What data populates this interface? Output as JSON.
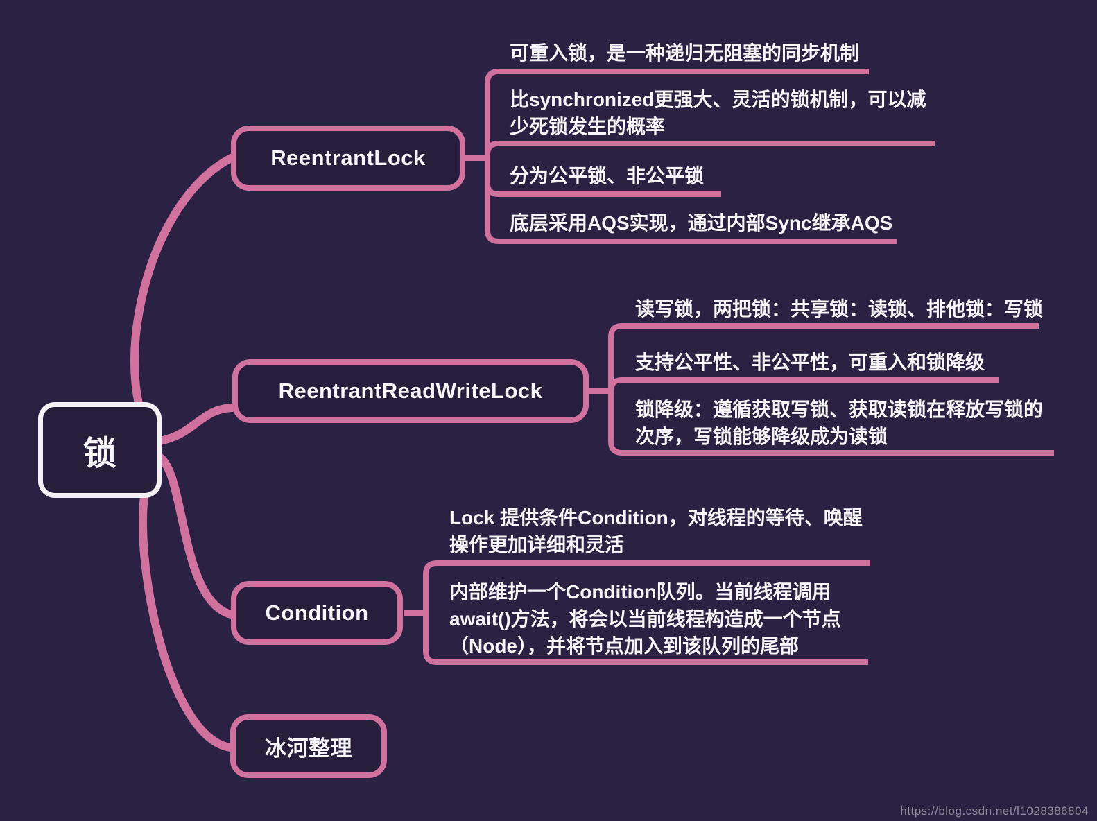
{
  "colors": {
    "background": "#2b2143",
    "node_fill": "#271e3c",
    "accent_pink": "#d0719e",
    "root_border": "#f3f1f6",
    "text": "#f7f6fa",
    "watermark": "#8e8999"
  },
  "root": {
    "label": "锁"
  },
  "branches": [
    {
      "label": "ReentrantLock",
      "leaves": [
        "可重入锁，是一种递归无阻塞的同步机制",
        "比synchronized更强大、灵活的锁机制，可以减少死锁发生的概率",
        "分为公平锁、非公平锁",
        "底层采用AQS实现，通过内部Sync继承AQS"
      ]
    },
    {
      "label": "ReentrantReadWriteLock",
      "leaves": [
        "读写锁，两把锁：共享锁：读锁、排他锁：写锁",
        "支持公平性、非公平性，可重入和锁降级",
        "锁降级：遵循获取写锁、获取读锁在释放写锁的次序，写锁能够降级成为读锁"
      ]
    },
    {
      "label": "Condition",
      "leaves": [
        "Lock 提供条件Condition，对线程的等待、唤醒操作更加详细和灵活",
        "内部维护一个Condition队列。当前线程调用await()方法，将会以当前线程构造成一个节点（Node），并将节点加入到该队列的尾部"
      ]
    },
    {
      "label": "冰河整理",
      "leaves": []
    }
  ],
  "watermark": "https://blog.csdn.net/l1028386804"
}
